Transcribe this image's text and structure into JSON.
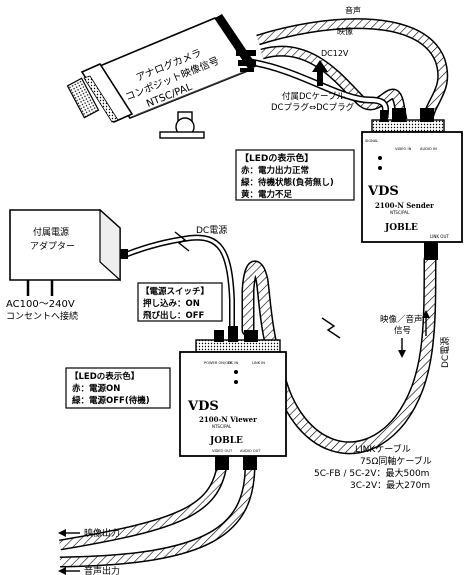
{
  "camera": {
    "line1": "アナログカメラ",
    "line2": "コンポジット映像信号",
    "line3": "NTSC/PAL"
  },
  "top_labels": {
    "audio": "音声",
    "video": "映像",
    "dc12v": "DC12V"
  },
  "dc_cable_note": {
    "line1": "付属DCケーブル",
    "line2": "DCプラグ⇔DCプラグ"
  },
  "led_sender": {
    "title": "【LEDの表示色】",
    "lines": [
      "赤：電力出力正常",
      "緑：待機状態(負荷無し)",
      "黄：電力不足"
    ]
  },
  "sender": {
    "brand": "VDS",
    "model": "2100-N Sender",
    "sub": "NTSC/PAL",
    "maker": "JOBLE",
    "port_left": "SIGNAL",
    "port_video": "VIDEO IN",
    "port_audio": "AUDIO IN",
    "port_link": "LINK OUT"
  },
  "adapter": {
    "line1": "付属電源",
    "line2": "アダプター",
    "ac1": "AC100～240V",
    "ac2": "コンセントへ接続"
  },
  "dc_power_label": "DC電源",
  "power_switch": {
    "title": "【電源スイッチ】",
    "line1": "押し込み：ON",
    "line2": "飛び出し：OFF"
  },
  "right_labels": {
    "video_audio_1": "映像／音声",
    "video_audio_2": "信号",
    "dc_power": "DC電源"
  },
  "led_viewer": {
    "title": "【LEDの表示色】",
    "lines": [
      "赤：電源ON",
      "緑：電源OFF(待機)"
    ]
  },
  "viewer": {
    "brand": "VDS",
    "model": "2100-N Viewer",
    "sub": "NTSC/PAL",
    "maker": "JOBLE",
    "port_power": "POWER ON/OFF",
    "port_dc": "DC IN",
    "port_link": "LINK IN",
    "port_video": "VIDEO OUT",
    "port_audio": "AUDIO OUT"
  },
  "link_cable": {
    "line1": "LINKケーブル",
    "line2": "75Ω同軸ケーブル",
    "line3": "5C-FB / 5C-2V：最大500m",
    "line4": "3C-2V：最大270m"
  },
  "outputs": {
    "video": "映像出力",
    "audio": "音声出力"
  }
}
